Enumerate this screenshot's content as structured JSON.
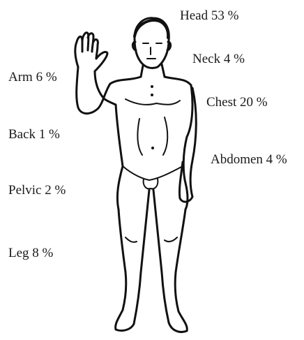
{
  "diagram": {
    "labels": {
      "head": "Head 53 %",
      "neck": "Neck 4 %",
      "arm": "Arm 6 %",
      "chest": "Chest 20 %",
      "back": "Back 1 %",
      "abdomen": "Abdomen 4 %",
      "pelvic": "Pelvic 2 %",
      "leg": "Leg 8 %"
    },
    "colors": {
      "line": "#111111",
      "text": "#1a1a1a",
      "background": "#ffffff"
    },
    "icon": "standing-human-figure-icon"
  }
}
